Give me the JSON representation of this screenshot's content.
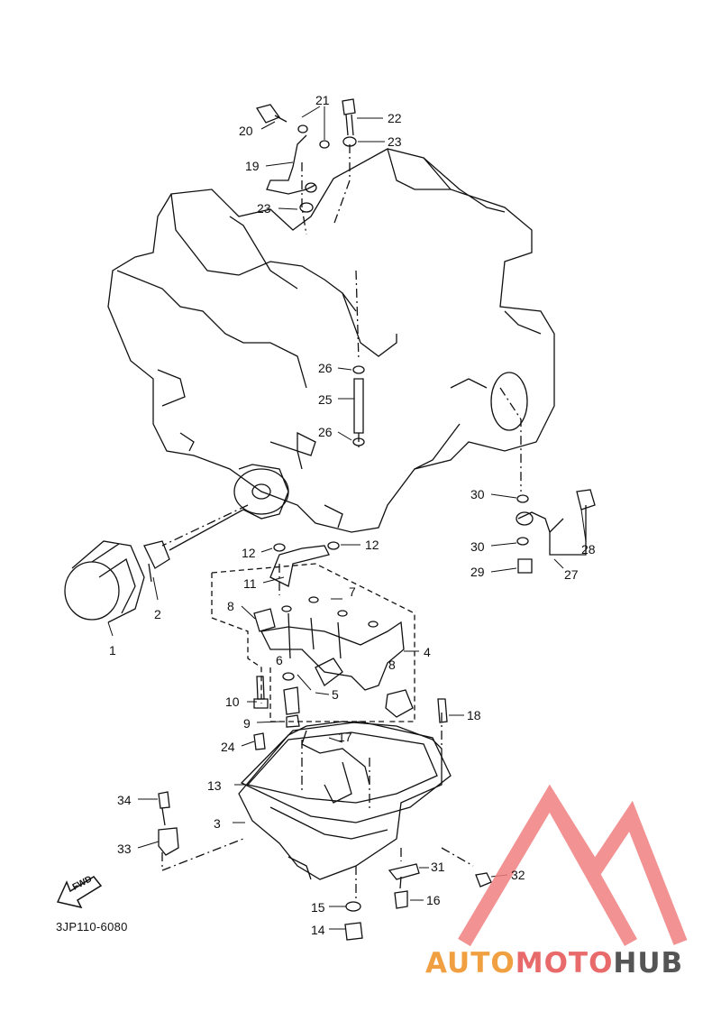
{
  "diagram": {
    "code": "3JP110-6080",
    "fwd_label": "FWD",
    "watermark": {
      "part1": "AUTO",
      "part2": "MOTO",
      "part3": "HUB"
    },
    "labels": {
      "l1": "1",
      "l2": "2",
      "l3": "3",
      "l4": "4",
      "l5": "5",
      "l6": "6",
      "l7": "7",
      "l8a": "8",
      "l8b": "8",
      "l9": "9",
      "l10": "10",
      "l11": "11",
      "l12a": "12",
      "l12b": "12",
      "l13": "13",
      "l14": "14",
      "l15": "15",
      "l16": "16",
      "l17": "17",
      "l18": "18",
      "l19": "19",
      "l20": "20",
      "l21": "21",
      "l22": "22",
      "l23a": "23",
      "l23b": "23",
      "l24": "24",
      "l25": "25",
      "l26a": "26",
      "l26b": "26",
      "l27": "27",
      "l28": "28",
      "l29": "29",
      "l30a": "30",
      "l30b": "30",
      "l31": "31",
      "l32": "32",
      "l33": "33",
      "l34": "34"
    },
    "colors": {
      "watermark_red": "#f08080",
      "line": "#111111"
    }
  }
}
